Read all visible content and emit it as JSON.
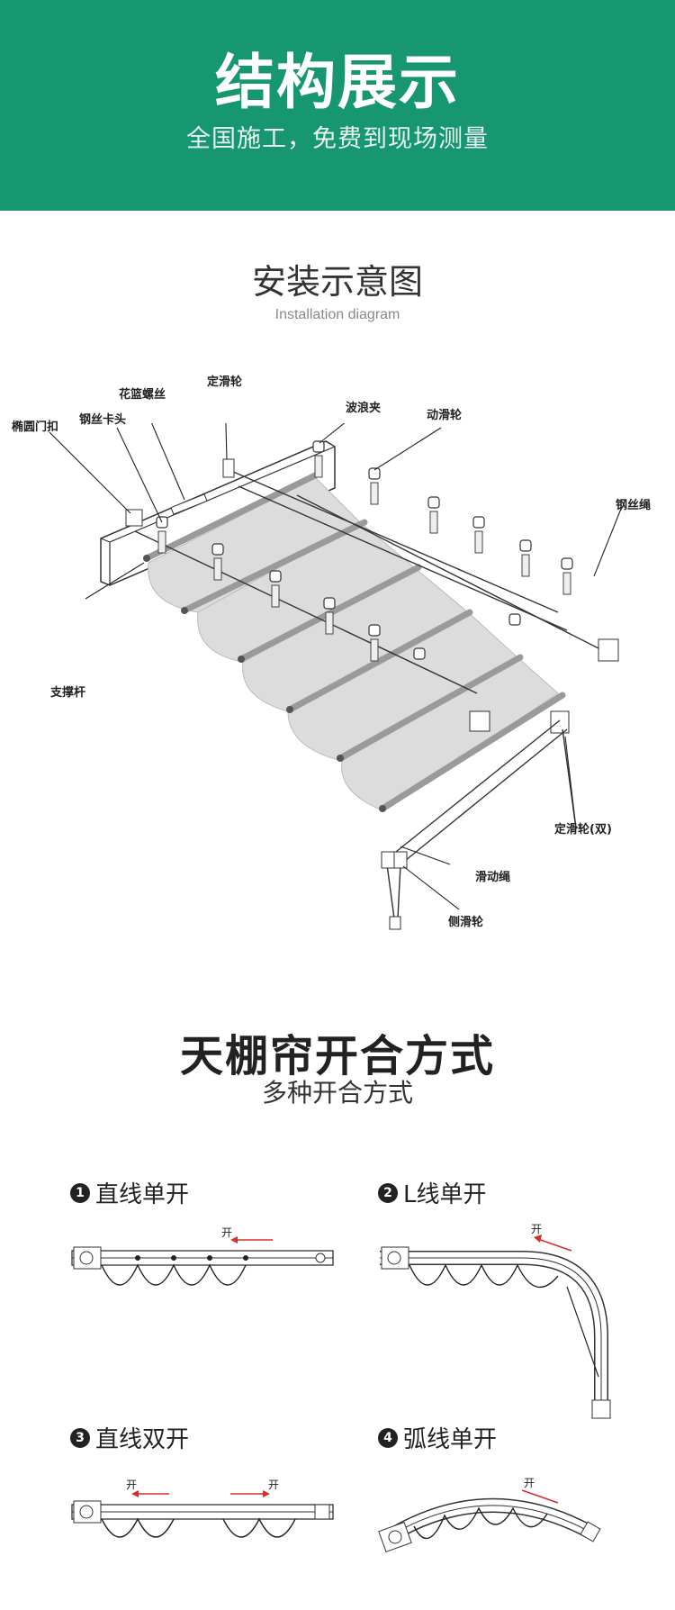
{
  "header": {
    "title": "结构展示",
    "subtitle": "全国施工，免费到现场测量"
  },
  "install": {
    "title": "安装示意图",
    "subtitle": "Installation diagram",
    "labels": {
      "oval_buckle": "椭圆门扣",
      "turnbuckle": "花篮螺丝",
      "wire_clip": "钢丝卡头",
      "fixed_pulley": "定滑轮",
      "wave_clip": "波浪夹",
      "moving_pulley": "动滑轮",
      "steel_rope": "钢丝绳",
      "support_rod": "支撑杆",
      "fixed_pulley_double": "定滑轮(双)",
      "slide_rope": "滑动绳",
      "side_pulley": "侧滑轮"
    }
  },
  "modes": {
    "title": "天棚帘开合方式",
    "subtitle": "多种开合方式",
    "open_label": "开",
    "items": [
      {
        "num": "1",
        "label": "直线单开"
      },
      {
        "num": "2",
        "label": "L线单开"
      },
      {
        "num": "3",
        "label": "直线双开"
      },
      {
        "num": "4",
        "label": "弧线单开"
      }
    ]
  },
  "colors": {
    "header_bg": "#169770",
    "arrow_red": "#d0312d",
    "fabric_gray": "#dcdcdc",
    "rod_gray": "#a9a9a9"
  }
}
